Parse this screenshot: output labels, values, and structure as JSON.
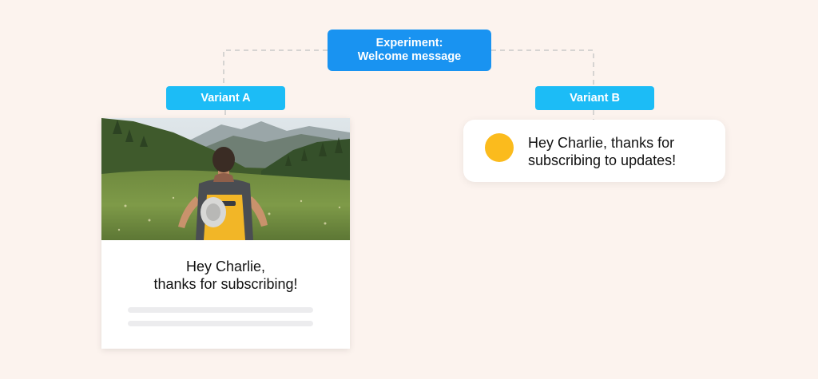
{
  "experiment": {
    "label_line1": "Experiment:",
    "label_line2": "Welcome message"
  },
  "variants": [
    {
      "label": "Variant A",
      "card": {
        "image": "hiker-in-mountain-meadow",
        "title_line1": "Hey Charlie,",
        "title_line2": "thanks for subscribing!"
      }
    },
    {
      "label": "Variant B",
      "card": {
        "icon": "yellow-dot",
        "text_line1": "Hey Charlie, thanks for",
        "text_line2": "subscribing to updates!"
      }
    }
  ],
  "colors": {
    "background": "#fcf3ee",
    "experiment_pill": "#1993f1",
    "variant_pill": "#1cbcf6",
    "accent_dot": "#fbbb1d",
    "connector": "#c9c9c9"
  }
}
